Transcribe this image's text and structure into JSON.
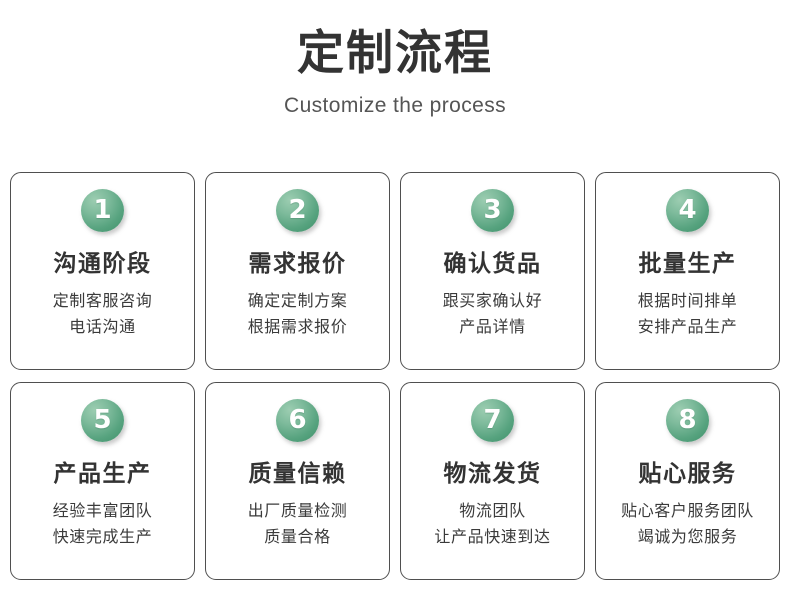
{
  "header": {
    "title": "定制流程",
    "subtitle": "Customize the process"
  },
  "theme": {
    "badge_gradient_light": "#9ccdb1",
    "badge_gradient_dark": "#3d9069",
    "card_border": "#4f4f4f",
    "title_color": "#333333",
    "subtitle_color": "#555555",
    "background": "#ffffff"
  },
  "steps": [
    {
      "number": "1",
      "title": "沟通阶段",
      "desc_lines": [
        "定制客服咨询",
        "电话沟通"
      ]
    },
    {
      "number": "2",
      "title": "需求报价",
      "desc_lines": [
        "确定定制方案",
        "根据需求报价"
      ]
    },
    {
      "number": "3",
      "title": "确认货品",
      "desc_lines": [
        "跟买家确认好",
        "产品详情"
      ]
    },
    {
      "number": "4",
      "title": "批量生产",
      "desc_lines": [
        "根据时间排单",
        "安排产品生产"
      ]
    },
    {
      "number": "5",
      "title": "产品生产",
      "desc_lines": [
        "经验丰富团队",
        "快速完成生产"
      ]
    },
    {
      "number": "6",
      "title": "质量信赖",
      "desc_lines": [
        "出厂质量检测",
        "质量合格"
      ]
    },
    {
      "number": "7",
      "title": "物流发货",
      "desc_lines": [
        "物流团队",
        "让产品快速到达"
      ]
    },
    {
      "number": "8",
      "title": "贴心服务",
      "desc_lines": [
        "贴心客户服务团队",
        "竭诚为您服务"
      ]
    }
  ]
}
